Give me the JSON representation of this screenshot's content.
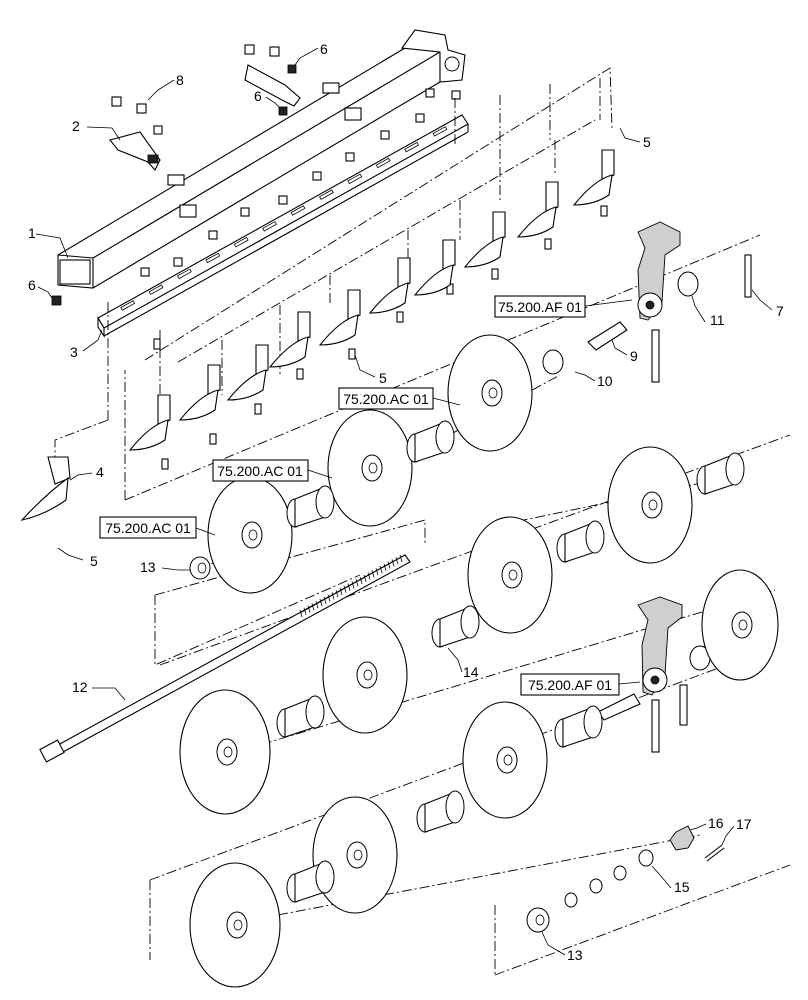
{
  "callouts": {
    "c1": "1",
    "c2": "2",
    "c3": "3",
    "c4": "4",
    "c5a": "5",
    "c5b": "5",
    "c5c": "5",
    "c6a": "6",
    "c6b": "6",
    "c6c": "6",
    "c7": "7",
    "c8": "8",
    "c9": "9",
    "c10": "10",
    "c11": "11",
    "c12": "12",
    "c13a": "13",
    "c13b": "13",
    "c14": "14",
    "c15": "15",
    "c16": "16",
    "c17": "17"
  },
  "references": {
    "af_top": "75.200.AF 01",
    "ac_1": "75.200.AC 01",
    "ac_2": "75.200.AC 01",
    "ac_3": "75.200.AC 01",
    "af_bottom": "75.200.AF 01"
  }
}
